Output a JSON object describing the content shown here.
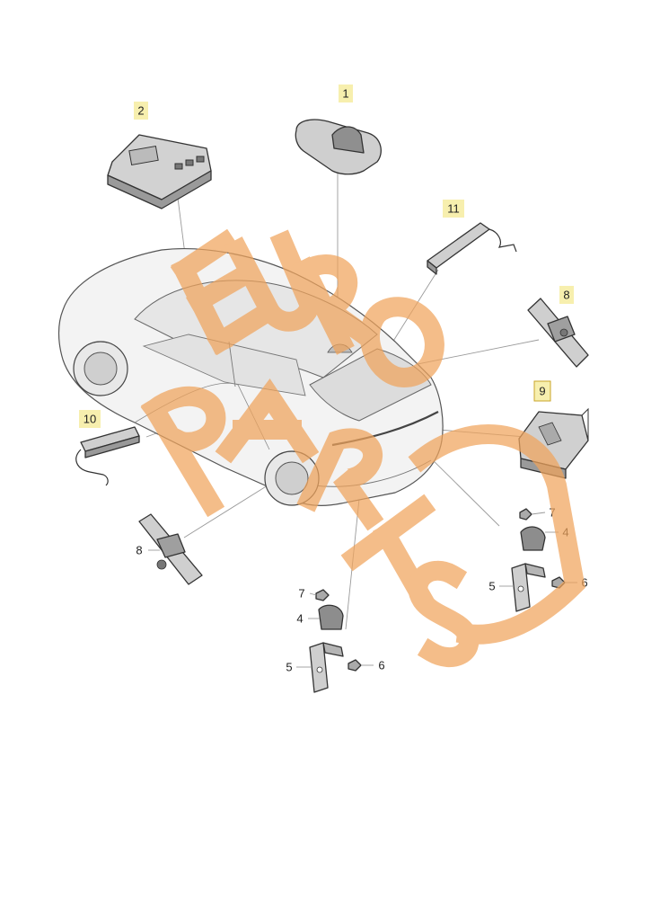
{
  "callouts": {
    "c1": "1",
    "c2": "2",
    "c4a": "4",
    "c4b": "4",
    "c5a": "5",
    "c5b": "5",
    "c6a": "6",
    "c6b": "6",
    "c7a": "7",
    "c7b": "7",
    "c8a": "8",
    "c8b": "8",
    "c9": "9",
    "c10": "10",
    "c11": "11"
  },
  "watermark": {
    "line1": "EURO",
    "line2": "PARTS",
    "color": "#f0a45c"
  },
  "colors": {
    "part_fill": "#d4d4d4",
    "part_dark": "#8a8a8a",
    "car_fill": "#f2f2f2",
    "highlight_box": "#f7efae"
  }
}
